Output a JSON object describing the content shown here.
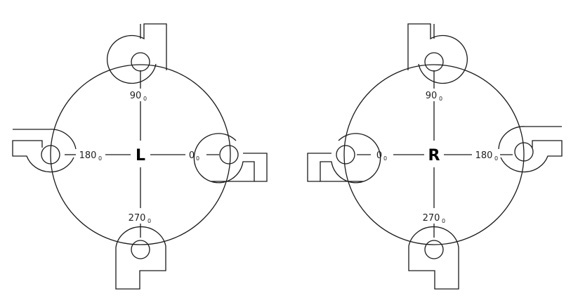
{
  "diagrams": [
    {
      "letter": "L",
      "angles": {
        "top": "90",
        "right": "0",
        "bottom": "270",
        "left": "180"
      },
      "degree_mark": "0"
    },
    {
      "letter": "R",
      "angles": {
        "top": "90",
        "right": "180",
        "bottom": "270",
        "left": "0"
      },
      "degree_mark": "0"
    }
  ],
  "colors": {
    "line": "#1a1a1a",
    "text": "#222222",
    "background": "#ffffff"
  }
}
